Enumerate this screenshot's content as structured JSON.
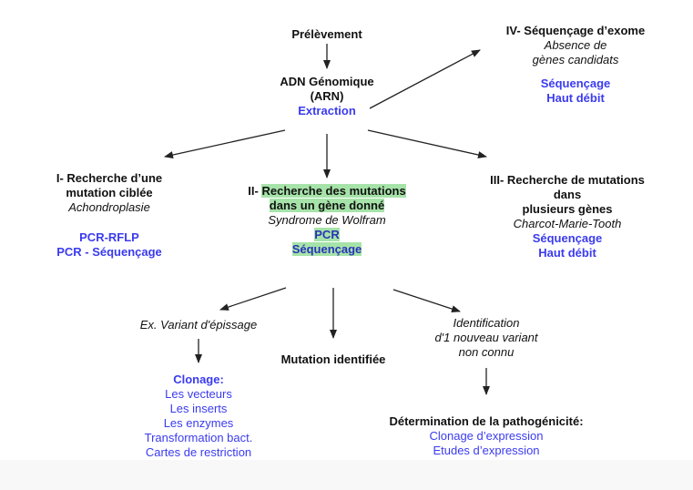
{
  "colors": {
    "text": "#111111",
    "accent_blue": "#3b3bf0",
    "highlight_green": "#a6e3a9",
    "arrow": "#222222"
  },
  "root": {
    "sample": "Prélèvement",
    "dna_title": "ADN Génomique",
    "rna": "(ARN)",
    "extraction": "Extraction"
  },
  "branch_1": {
    "title_line1": "I- Recherche d’une",
    "title_line2": "mutation ciblée",
    "example": "Achondroplasie",
    "methods": [
      "PCR-RFLP",
      "PCR - Séquençage"
    ]
  },
  "branch_2": {
    "prefix": "II- ",
    "title_line1": "Recherche des mutations",
    "title_line2": "dans un gène donné",
    "example": "Syndrome de Wolfram",
    "methods": [
      "PCR",
      "Séquençage"
    ]
  },
  "branch_3": {
    "title_line1": "III- Recherche de mutations",
    "title_line2": "dans",
    "title_line3": "plusieurs gènes",
    "example": "Charcot-Marie-Tooth",
    "methods": [
      "Séquençage",
      "Haut débit"
    ]
  },
  "branch_4": {
    "title": "IV- Séquençage d’exome",
    "example_line1": "Absence de",
    "example_line2": "gènes candidats",
    "methods": [
      "Séquençage",
      "Haut débit"
    ]
  },
  "outcomes": {
    "splice_variant": "Ex. Variant d'épissage",
    "mutation_identified": "Mutation identifiée",
    "new_variant_line1": "Identification",
    "new_variant_line2": "d'1 nouveau variant",
    "new_variant_line3": "non connu"
  },
  "cloning": {
    "title": "Clonage:",
    "items": [
      "Les vecteurs",
      "Les inserts",
      "Les enzymes",
      "Transformation bact.",
      "Cartes de restriction"
    ]
  },
  "pathogenicity": {
    "title": "Détermination de la pathogénicité:",
    "items": [
      "Clonage d’expression",
      "Etudes d’expression"
    ]
  }
}
